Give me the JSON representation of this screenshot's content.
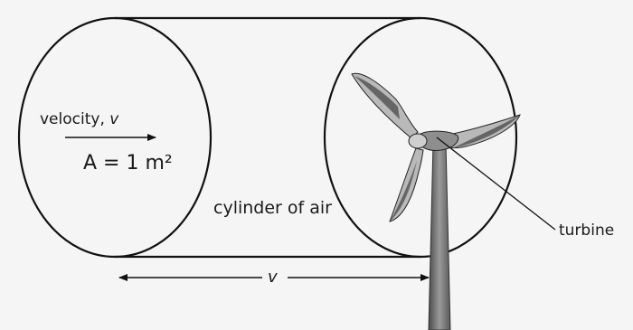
{
  "labels": {
    "velocity_prefix": "velocity, ",
    "velocity_symbol": "v",
    "area": "A = 1 m²",
    "cylinder": "cylinder of air",
    "turbine": "turbine",
    "length": "v"
  },
  "colors": {
    "background": "#f5f5f5",
    "ink": "#111111",
    "blade_light": "#b9b9b9",
    "blade_dark": "#5c5c5c",
    "tower": "#7a7a7a"
  }
}
